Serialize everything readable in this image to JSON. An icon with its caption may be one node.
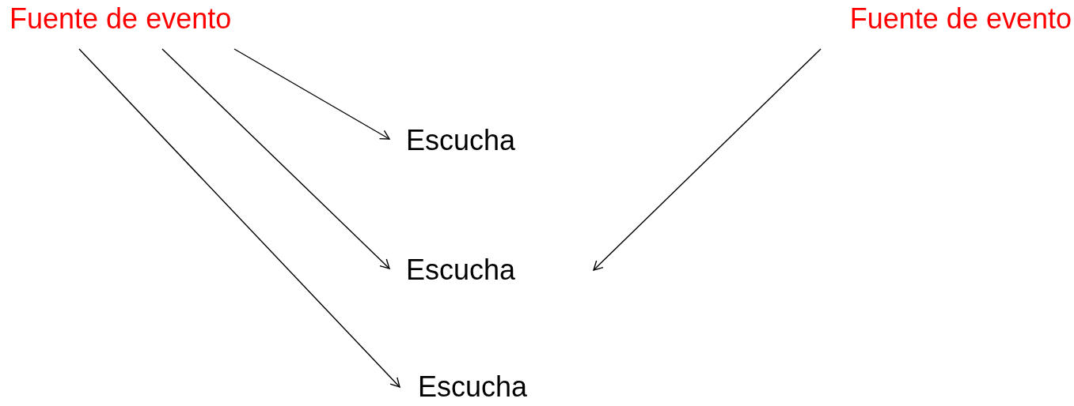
{
  "diagram": {
    "nodes": [
      {
        "text": [
          "Fuente de evento"
        ]
      },
      {
        "text": [
          "Fuente de evento"
        ]
      },
      {
        "text": [
          "Escucha"
        ]
      },
      {
        "text": [
          "Escucha"
        ]
      },
      {
        "text": [
          "Escucha"
        ]
      }
    ],
    "edges": [
      {
        "from": 0,
        "to": 2,
        "arrow": "to"
      },
      {
        "from": 0,
        "to": 3,
        "arrow": "to"
      },
      {
        "from": 0,
        "to": 4,
        "arrow": "to"
      },
      {
        "from": 1,
        "to": 3,
        "arrow": "to"
      }
    ]
  }
}
